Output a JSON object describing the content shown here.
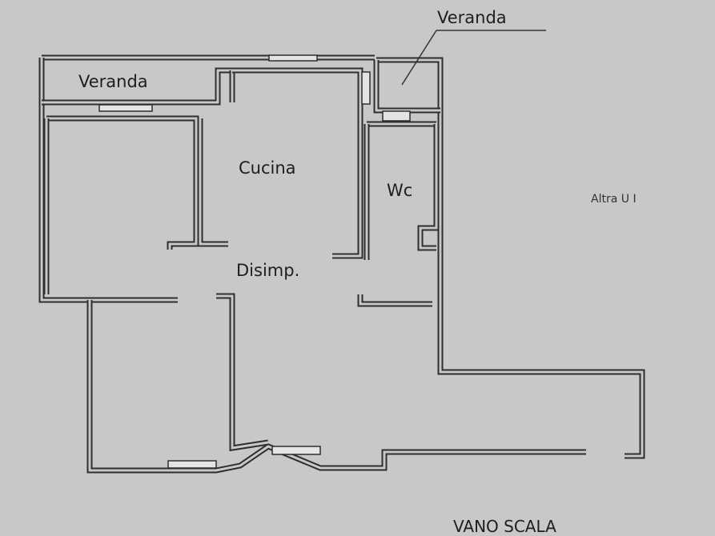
{
  "plan": {
    "rooms": [
      {
        "id": "veranda-top",
        "label": "Veranda"
      },
      {
        "id": "veranda-left",
        "label": "Veranda"
      },
      {
        "id": "cucina",
        "label": "Cucina"
      },
      {
        "id": "wc",
        "label": "Wc"
      },
      {
        "id": "disimp",
        "label": "Disimp."
      }
    ],
    "neighbor_label": "Altra U I",
    "stair_label": "VANO SCALA"
  },
  "colors": {
    "background": "#c8c8c6",
    "walls": "#2e2e2e"
  }
}
